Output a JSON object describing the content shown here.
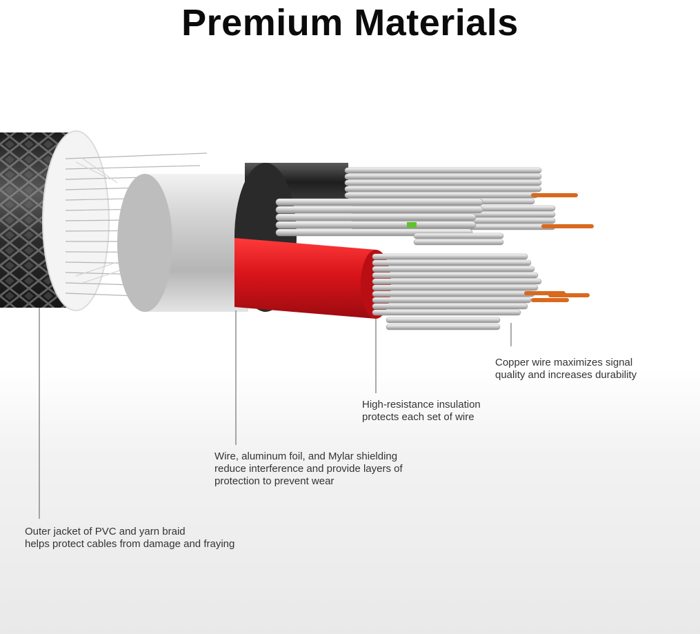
{
  "title": "Premium Materials",
  "colors": {
    "jacket": "#3a3a3a",
    "foil": "#c9c9c9",
    "insulation": "#d7141a",
    "copper": "#d9691f",
    "leader_line": "#555555"
  },
  "callouts": [
    {
      "id": "copper",
      "lines": [
        "Copper wire maximizes signal",
        "quality and increases durability"
      ]
    },
    {
      "id": "insulation",
      "lines": [
        "High-resistance insulation",
        "protects each set of wire"
      ]
    },
    {
      "id": "shielding",
      "lines": [
        "Wire, aluminum foil, and Mylar shielding",
        "reduce interference and provide layers of",
        "protection to prevent wear"
      ]
    },
    {
      "id": "jacket",
      "lines": [
        "Outer jacket of PVC and yarn braid",
        "helps protect cables from damage and fraying"
      ]
    }
  ]
}
